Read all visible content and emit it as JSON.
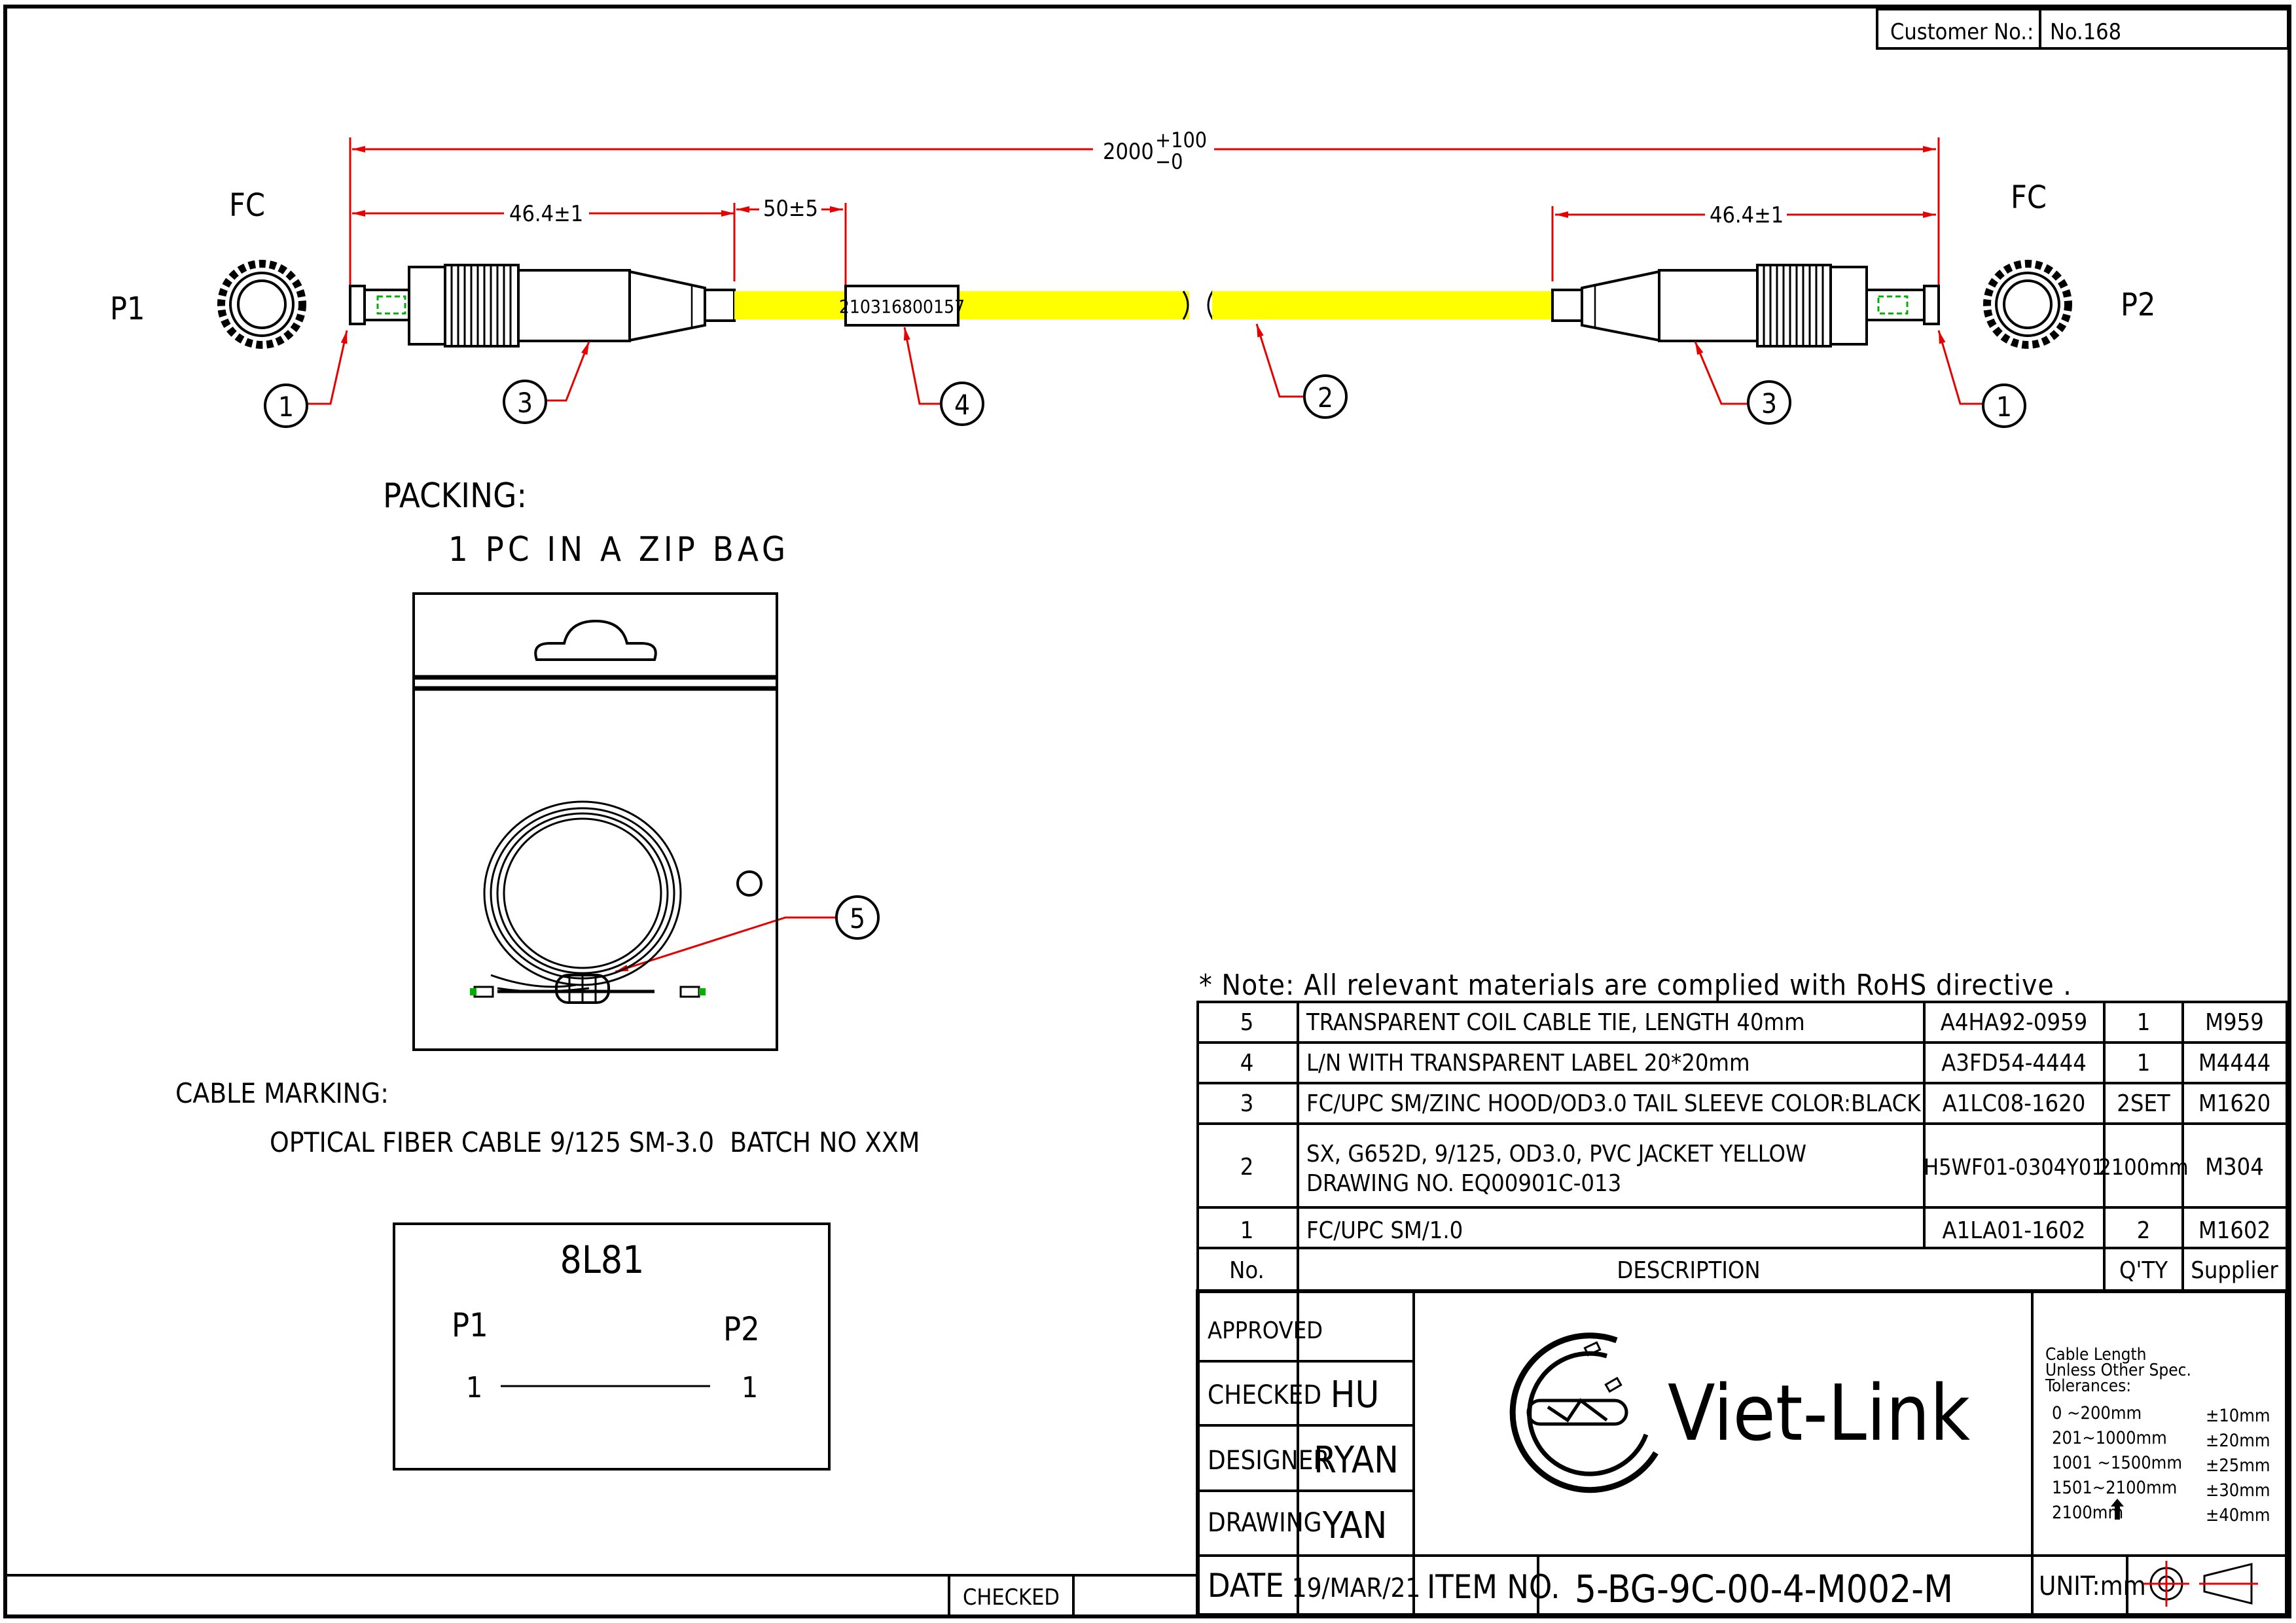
{
  "customer": {
    "label": "Customer No.:",
    "value": "No.168"
  },
  "dimensions": {
    "total": "2000",
    "tol_plus": "+100",
    "tol_minus": "−0",
    "left_conn": "46.4±1",
    "label_offset": "50±5",
    "right_conn": "46.4±1"
  },
  "ends": {
    "left_type": "FC",
    "left_name": "P1",
    "right_type": "FC",
    "right_name": "P2"
  },
  "label_text": "210316800157",
  "callouts": [
    "1",
    "3",
    "4",
    "2",
    "3",
    "1",
    "5"
  ],
  "packing": {
    "title": "PACKING:",
    "text": "1 PC IN A ZIP BAG"
  },
  "cable_marking": {
    "title": "CABLE MARKING:",
    "text": "OPTICAL FIBER CABLE 9/125 SM-3.0  BATCH NO XXM"
  },
  "wiring": {
    "code": "8L81",
    "p1": "P1",
    "p2": "P2",
    "pin_left": "1",
    "pin_right": "1"
  },
  "note": "* Note: All relevant materials are complied with RoHS directive .",
  "bom": {
    "rows": [
      {
        "no": "5",
        "desc": "TRANSPARENT COIL CABLE TIE, LENGTH 40mm",
        "desc2": "",
        "part": "A4HA92-0959",
        "qty": "1",
        "supplier": "M959"
      },
      {
        "no": "4",
        "desc": "L/N WITH TRANSPARENT LABEL 20*20mm",
        "desc2": "",
        "part": "A3FD54-4444",
        "qty": "1",
        "supplier": "M4444"
      },
      {
        "no": "3",
        "desc": "FC/UPC SM/ZINC HOOD/OD3.0 TAIL SLEEVE COLOR:BLACK",
        "desc2": "",
        "part": "A1LC08-1620",
        "qty": "2SET",
        "supplier": "M1620"
      },
      {
        "no": "2",
        "desc": "SX, G652D, 9/125, OD3.0, PVC JACKET YELLOW",
        "desc2": "DRAWING NO. EQ00901C-013",
        "part": "H5WF01-0304Y01",
        "qty": "2100mm",
        "supplier": "M304"
      },
      {
        "no": "1",
        "desc": "FC/UPC SM/1.0",
        "desc2": "",
        "part": "A1LA01-1602",
        "qty": "2",
        "supplier": "M1602"
      }
    ],
    "header": {
      "no": "No.",
      "desc": "DESCRIPTION",
      "qty": "Q'TY",
      "supplier": "Supplier"
    }
  },
  "title_block": {
    "approved_label": "APPROVED",
    "approved_value": "",
    "checked_label": "CHECKED",
    "checked_value": "HU",
    "designer_label": "DESIGNER",
    "designer_value": "RYAN",
    "drawing_label": "DRAWING",
    "drawing_value": "YAN",
    "date_label": "DATE",
    "date_value": "19/MAR/21",
    "item_label": "ITEM NO.",
    "item_value": "5-BG-9C-00-4-M002-M",
    "unit_label": "UNIT:mm",
    "company": "Viet-Link",
    "tol_title": "Cable Length",
    "tol_sub1": "Unless Other Spec.",
    "tol_sub2": "Tolerances:",
    "tolerances": [
      {
        "range": "0 ~200mm",
        "tol": "±10mm"
      },
      {
        "range": "201~1000mm",
        "tol": "±20mm"
      },
      {
        "range": "1001 ~1500mm",
        "tol": "±25mm"
      },
      {
        "range": "1501~2100mm",
        "tol": "±30mm"
      },
      {
        "range": "2100mm",
        "tol": "±40mm"
      }
    ],
    "bottom_checked": "CHECKED"
  },
  "colors": {
    "cable": "#ffff00",
    "leader": "#e60000",
    "green": "#00b000"
  }
}
